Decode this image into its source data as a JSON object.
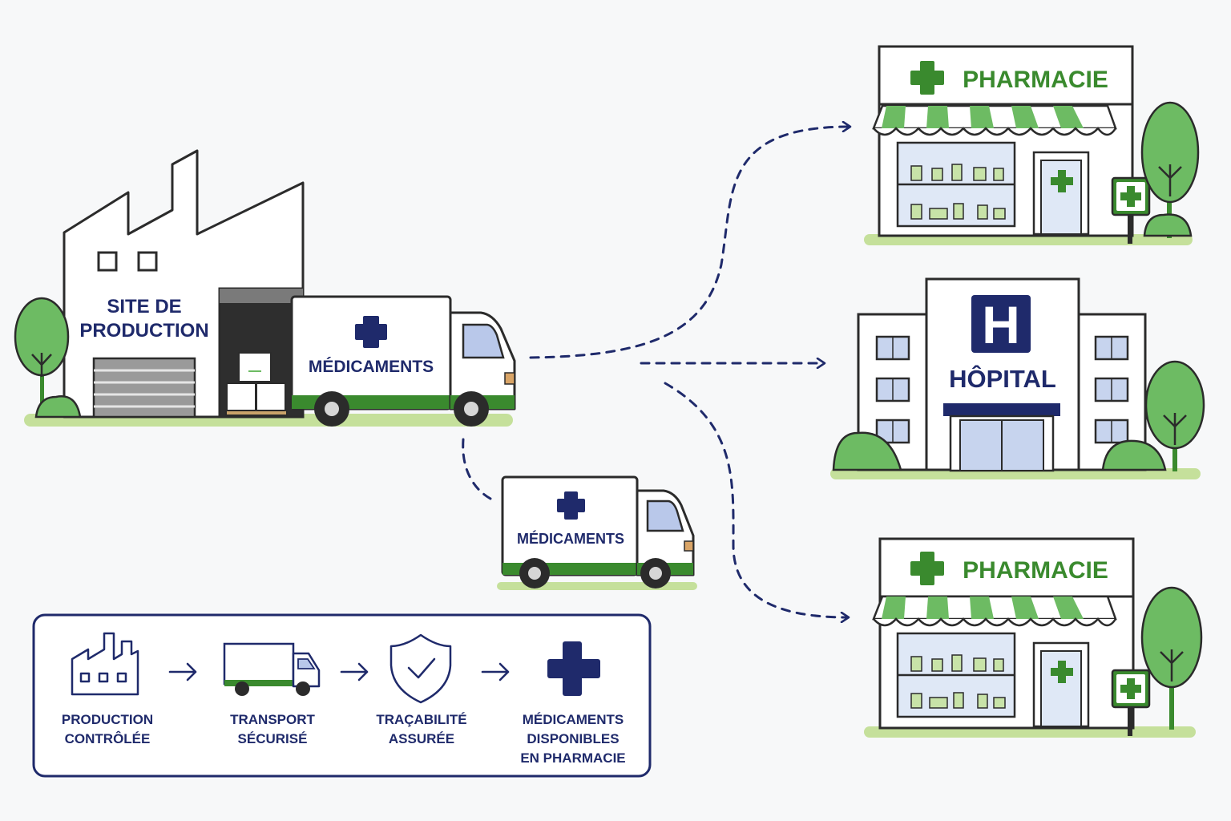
{
  "factory": {
    "label_line1": "SITE DE",
    "label_line2": "PRODUCTION"
  },
  "truck_main": {
    "label": "MÉDICAMENTS"
  },
  "truck_small": {
    "label": "MÉDICAMENTS"
  },
  "pharmacy_top": {
    "label": "PHARMACIE"
  },
  "hospital": {
    "label": "HÔPITAL",
    "sign": "H"
  },
  "pharmacy_bottom": {
    "label": "PHARMACIE"
  },
  "process_steps": [
    {
      "icon": "factory-icon",
      "line1": "PRODUCTION",
      "line2": "CONTRÔLÉE",
      "line3": ""
    },
    {
      "icon": "truck-icon",
      "line1": "TRANSPORT",
      "line2": "SÉCURISÉ",
      "line3": ""
    },
    {
      "icon": "shield-check-icon",
      "line1": "TRAÇABILITÉ",
      "line2": "ASSURÉE",
      "line3": ""
    },
    {
      "icon": "medical-cross-icon",
      "line1": "MÉDICAMENTS",
      "line2": "DISPONIBLES",
      "line3": "EN PHARMACIE"
    }
  ],
  "colors": {
    "navy": "#1f2a6b",
    "green": "#3a8a2e",
    "light_green": "#b9d98c",
    "tree_green": "#6dbb63"
  }
}
